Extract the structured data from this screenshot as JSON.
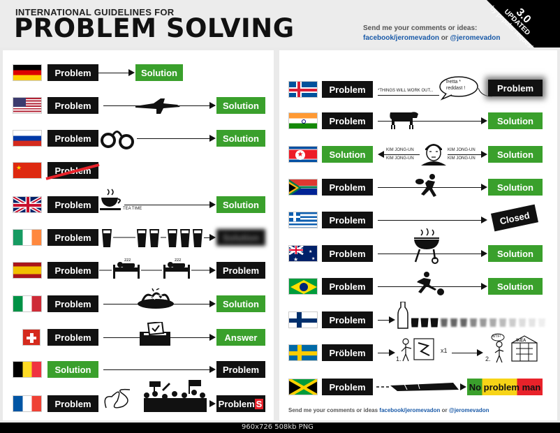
{
  "header": {
    "subtitle": "INTERNATIONAL GUIDELINES FOR",
    "title": "PROBLEM SOLVING",
    "contact_line1": "Send me your comments or ideas:",
    "contact_facebook": "facebook/jeromevadon",
    "contact_or": "or",
    "contact_twitter": "@jeromevadon"
  },
  "corner_badge": {
    "version": "3.0",
    "updated": "UPDATED",
    "note": "by popular request"
  },
  "labels": {
    "problem": "Problem",
    "solution": "Solution",
    "answer": "Answer",
    "closed": "Closed",
    "problems_prefix": "Problem",
    "problems_suffix": "S",
    "problem_se": "Pröblem",
    "no": "No",
    "problem_lower": "problem",
    "man": "man",
    "tea_time": "TEA TIME",
    "things_will": "*THINGS WILL WORK OUT...",
    "petta": "Þetta *",
    "reddast": "reddast !",
    "kim": "KIM JONG-UN",
    "x1": "x1",
    "step1": "1.",
    "step2": "2.",
    "wtf": "WTF!",
    "ikea": "IKEA"
  },
  "footer": {
    "text": "Send me your comments or ideas",
    "facebook": "facebook/jeromevadon",
    "or": "or",
    "twitter": "@jeromevadon"
  },
  "viewer_bar": "960x726  508kb  PNG",
  "colors": {
    "green": "#3aa02c",
    "black": "#111111",
    "red": "#e8222a",
    "yellow": "#f7d417"
  }
}
